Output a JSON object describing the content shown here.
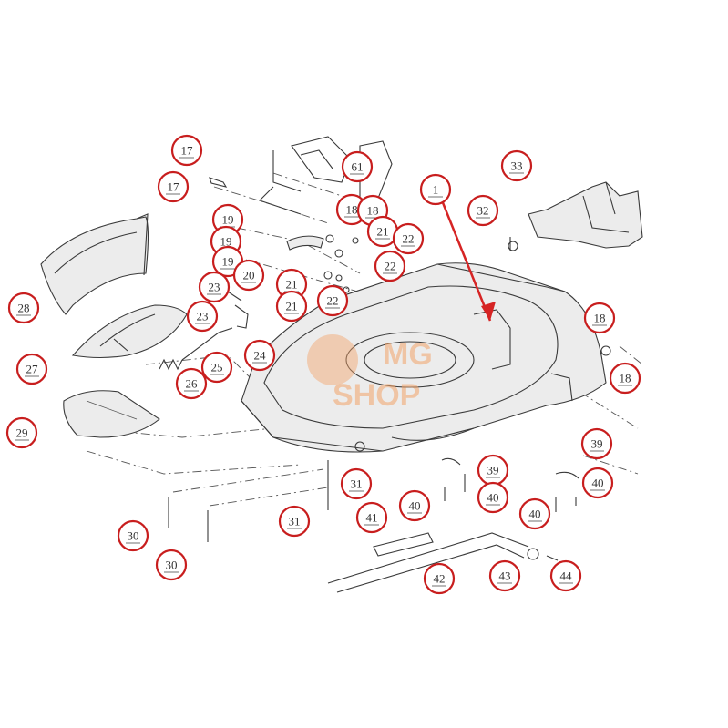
{
  "diagram": {
    "watermark_lines": [
      "MG",
      "SHOP"
    ],
    "accent_color": "#c81e1e",
    "arrow_color": "#d62424",
    "callouts": [
      {
        "label": "17"
      },
      {
        "label": "17"
      },
      {
        "label": "61"
      },
      {
        "label": "33"
      },
      {
        "label": "1"
      },
      {
        "label": "32"
      },
      {
        "label": "19"
      },
      {
        "label": "19"
      },
      {
        "label": "19"
      },
      {
        "label": "18"
      },
      {
        "label": "18"
      },
      {
        "label": "21"
      },
      {
        "label": "22"
      },
      {
        "label": "22"
      },
      {
        "label": "20"
      },
      {
        "label": "21"
      },
      {
        "label": "21"
      },
      {
        "label": "22"
      },
      {
        "label": "23"
      },
      {
        "label": "23"
      },
      {
        "label": "28"
      },
      {
        "label": "27"
      },
      {
        "label": "24"
      },
      {
        "label": "25"
      },
      {
        "label": "26"
      },
      {
        "label": "29"
      },
      {
        "label": "18"
      },
      {
        "label": "18"
      },
      {
        "label": "39"
      },
      {
        "label": "39"
      },
      {
        "label": "40"
      },
      {
        "label": "40"
      },
      {
        "label": "40"
      },
      {
        "label": "40"
      },
      {
        "label": "31"
      },
      {
        "label": "31"
      },
      {
        "label": "41"
      },
      {
        "label": "30"
      },
      {
        "label": "30"
      },
      {
        "label": "42"
      },
      {
        "label": "43"
      },
      {
        "label": "44"
      }
    ]
  }
}
